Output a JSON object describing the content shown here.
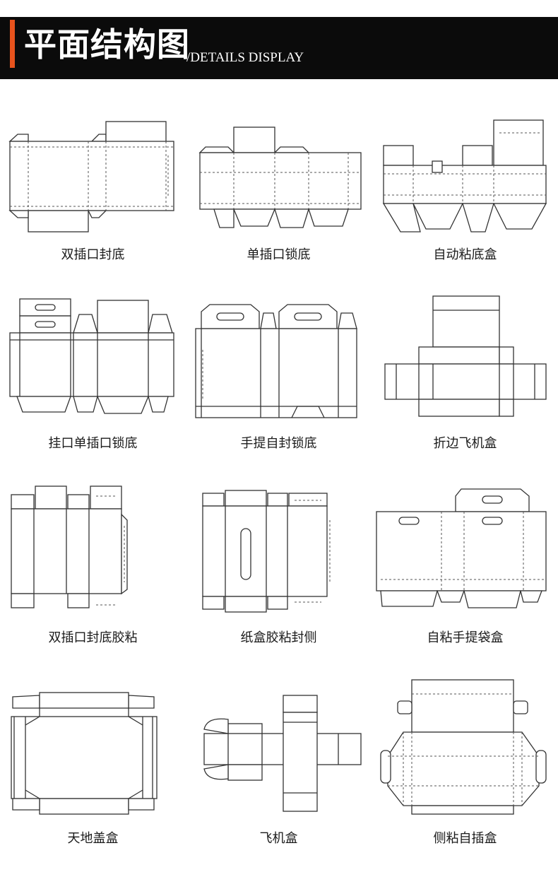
{
  "header": {
    "title": "平面结构图",
    "subtitle": "/DETAILS DISPLAY",
    "accent_color": "#e8531d"
  },
  "diagrams": [
    {
      "label": "双插口封底"
    },
    {
      "label": "单插口锁底"
    },
    {
      "label": "自动粘底盒"
    },
    {
      "label": "挂口单插口锁底"
    },
    {
      "label": "手提自封锁底"
    },
    {
      "label": "折边飞机盒"
    },
    {
      "label": "双插口封底胶粘"
    },
    {
      "label": "纸盒胶粘封侧"
    },
    {
      "label": "自粘手提袋盒"
    },
    {
      "label": "天地盖盒"
    },
    {
      "label": "飞机盒"
    },
    {
      "label": "侧粘自插盒"
    }
  ]
}
